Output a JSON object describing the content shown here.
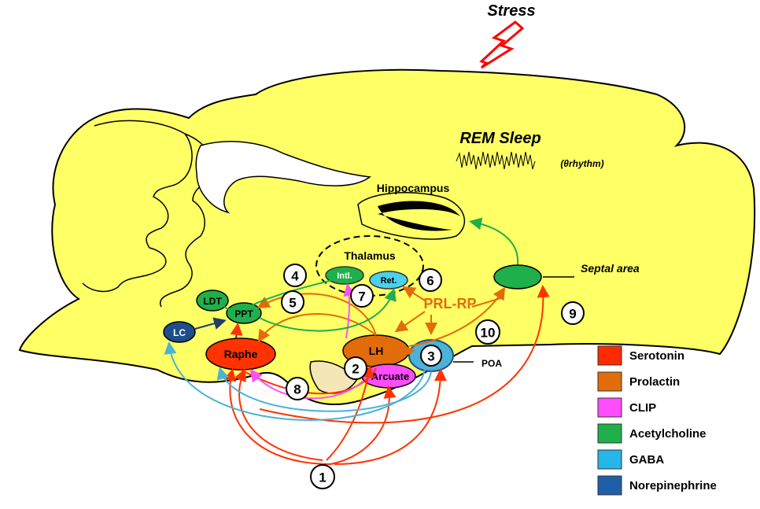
{
  "stress_label": "Stress",
  "rem_sleep_label": "REM Sleep",
  "theta_label": "(θrhythm)",
  "regions": {
    "hippocampus": "Hippocampus",
    "thalamus": "Thalamus",
    "intl": "Intl.",
    "ret": "Ret.",
    "septal_area": "Septal area",
    "ldt": "LDT",
    "ppt": "PPT",
    "lc": "LC",
    "raphe": "Raphe",
    "lh": "LH",
    "arcuate": "Arcuate",
    "poa": "POA",
    "prl_rp": "PRL-RP"
  },
  "pathway_numbers": [
    "1",
    "2",
    "3",
    "4",
    "5",
    "6",
    "7",
    "8",
    "9",
    "10"
  ],
  "legend": [
    {
      "label": "Serotonin",
      "color": "#ff2a00"
    },
    {
      "label": "Prolactin",
      "color": "#e36c0a"
    },
    {
      "label": "CLIP",
      "color": "#ff4dff"
    },
    {
      "label": "Acetylcholine",
      "color": "#1fb04b"
    },
    {
      "label": "GABA",
      "color": "#27b6ea"
    },
    {
      "label": "Norepinephrine",
      "color": "#1f5fa8"
    }
  ],
  "colors": {
    "brain_fill": "#ffff66",
    "serotonin": "#ff3300",
    "prolactin": "#e36c0a",
    "clip": "#ff4dff",
    "acetylcholine": "#1fb04b",
    "gaba": "#4bb3d8",
    "norepinephrine": "#1f4f8a",
    "stress_bolt": "#ff0000"
  }
}
